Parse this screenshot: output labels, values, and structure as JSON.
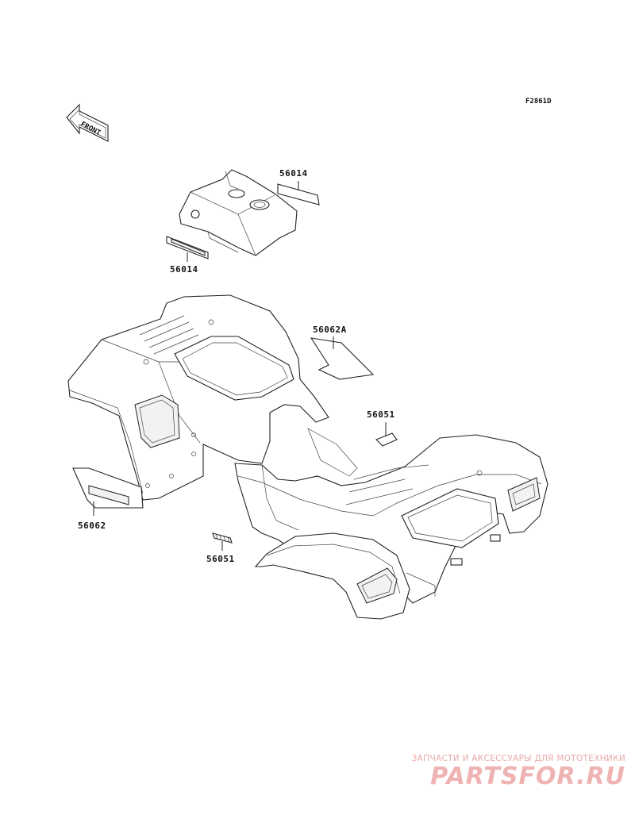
{
  "diagram": {
    "code": "F2861D",
    "front_arrow_text": "FRONT",
    "callouts": [
      {
        "id": "c1",
        "text": "56014"
      },
      {
        "id": "c2",
        "text": "56014"
      },
      {
        "id": "c3",
        "text": "56062A"
      },
      {
        "id": "c4",
        "text": "56051"
      },
      {
        "id": "c5",
        "text": "56062"
      },
      {
        "id": "c6",
        "text": "56051"
      }
    ]
  },
  "watermark": {
    "tagline": "ЗАПЧАСТИ И АКСЕССУАРЫ ДЛЯ МОТОТЕХНИКИ",
    "brand": "PARTSFOR.RU",
    "color": "#efb3b3"
  }
}
